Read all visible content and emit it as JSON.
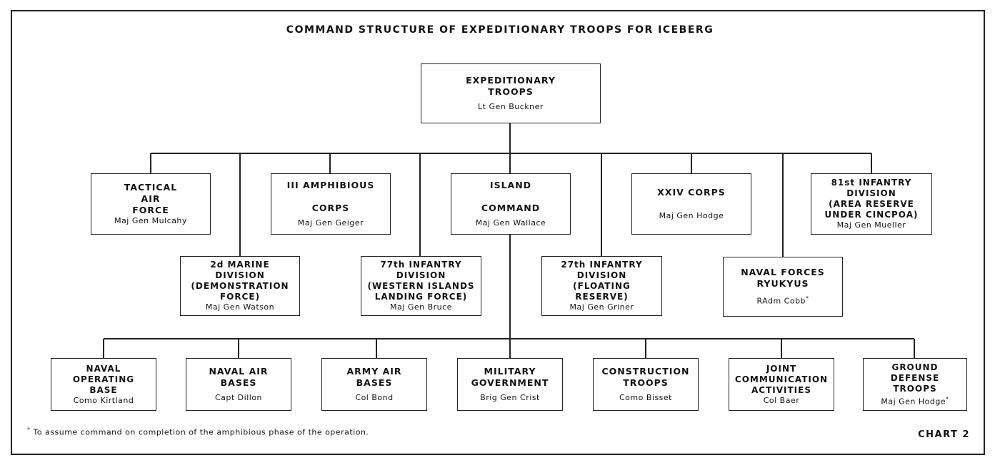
{
  "title": "COMMAND  STRUCTURE OF EXPEDITIONARY TROOPS FOR ICEBERG",
  "root": {
    "label": "EXPEDITIONARY\nTROOPS",
    "commander": "Lt Gen Buckner"
  },
  "row1": [
    {
      "label": "TACTICAL\nAIR\nFORCE",
      "commander": "Maj Gen Mulcahy"
    },
    {
      "label": "III AMPHIBIOUS\n\nCORPS",
      "commander": "Maj Gen Geiger"
    },
    {
      "label": "ISLAND\n\nCOMMAND",
      "commander": "Maj Gen Wallace"
    },
    {
      "label": "XXIV CORPS",
      "commander": "Maj Gen Hodge"
    },
    {
      "label": "81st INFANTRY\nDIVISION\n(AREA RESERVE\nUNDER CINCPOA)",
      "commander": "Maj Gen Mueller"
    }
  ],
  "row2": [
    {
      "label": "2d MARINE\nDIVISION\n(DEMONSTRATION\nFORCE)",
      "commander": "Maj Gen Watson"
    },
    {
      "label": "77th INFANTRY\nDIVISION\n(WESTERN ISLANDS\nLANDING FORCE)",
      "commander": "Maj Gen Bruce"
    },
    {
      "label": "27th INFANTRY\nDIVISION\n(FLOATING\nRESERVE)",
      "commander": "Maj Gen Griner"
    },
    {
      "label": "NAVAL  FORCES\nRYUKYUS",
      "commander": "RAdm  Cobb",
      "mark": "*"
    }
  ],
  "row3": [
    {
      "label": "NAVAL\nOPERATING\nBASE",
      "commander": "Como Kirtland"
    },
    {
      "label": "NAVAL  AIR\nBASES",
      "commander": "Capt Dillon"
    },
    {
      "label": "ARMY AIR\nBASES",
      "commander": "Col Bond"
    },
    {
      "label": "MILITARY\nGOVERNMENT",
      "commander": "Brig Gen Crist"
    },
    {
      "label": "CONSTRUCTION\nTROOPS",
      "commander": "Como Bisset"
    },
    {
      "label": "JOINT\nCOMMUNICATION\nACTIVITIES",
      "commander": "Col Baer"
    },
    {
      "label": "GROUND\nDEFENSE\nTROOPS",
      "commander": "Maj Gen Hodge",
      "mark": "*"
    }
  ],
  "footnote": {
    "mark": "*",
    "text": "To assume  command on completion of the amphibious phase of the operation."
  },
  "chart_label": "CHART 2"
}
